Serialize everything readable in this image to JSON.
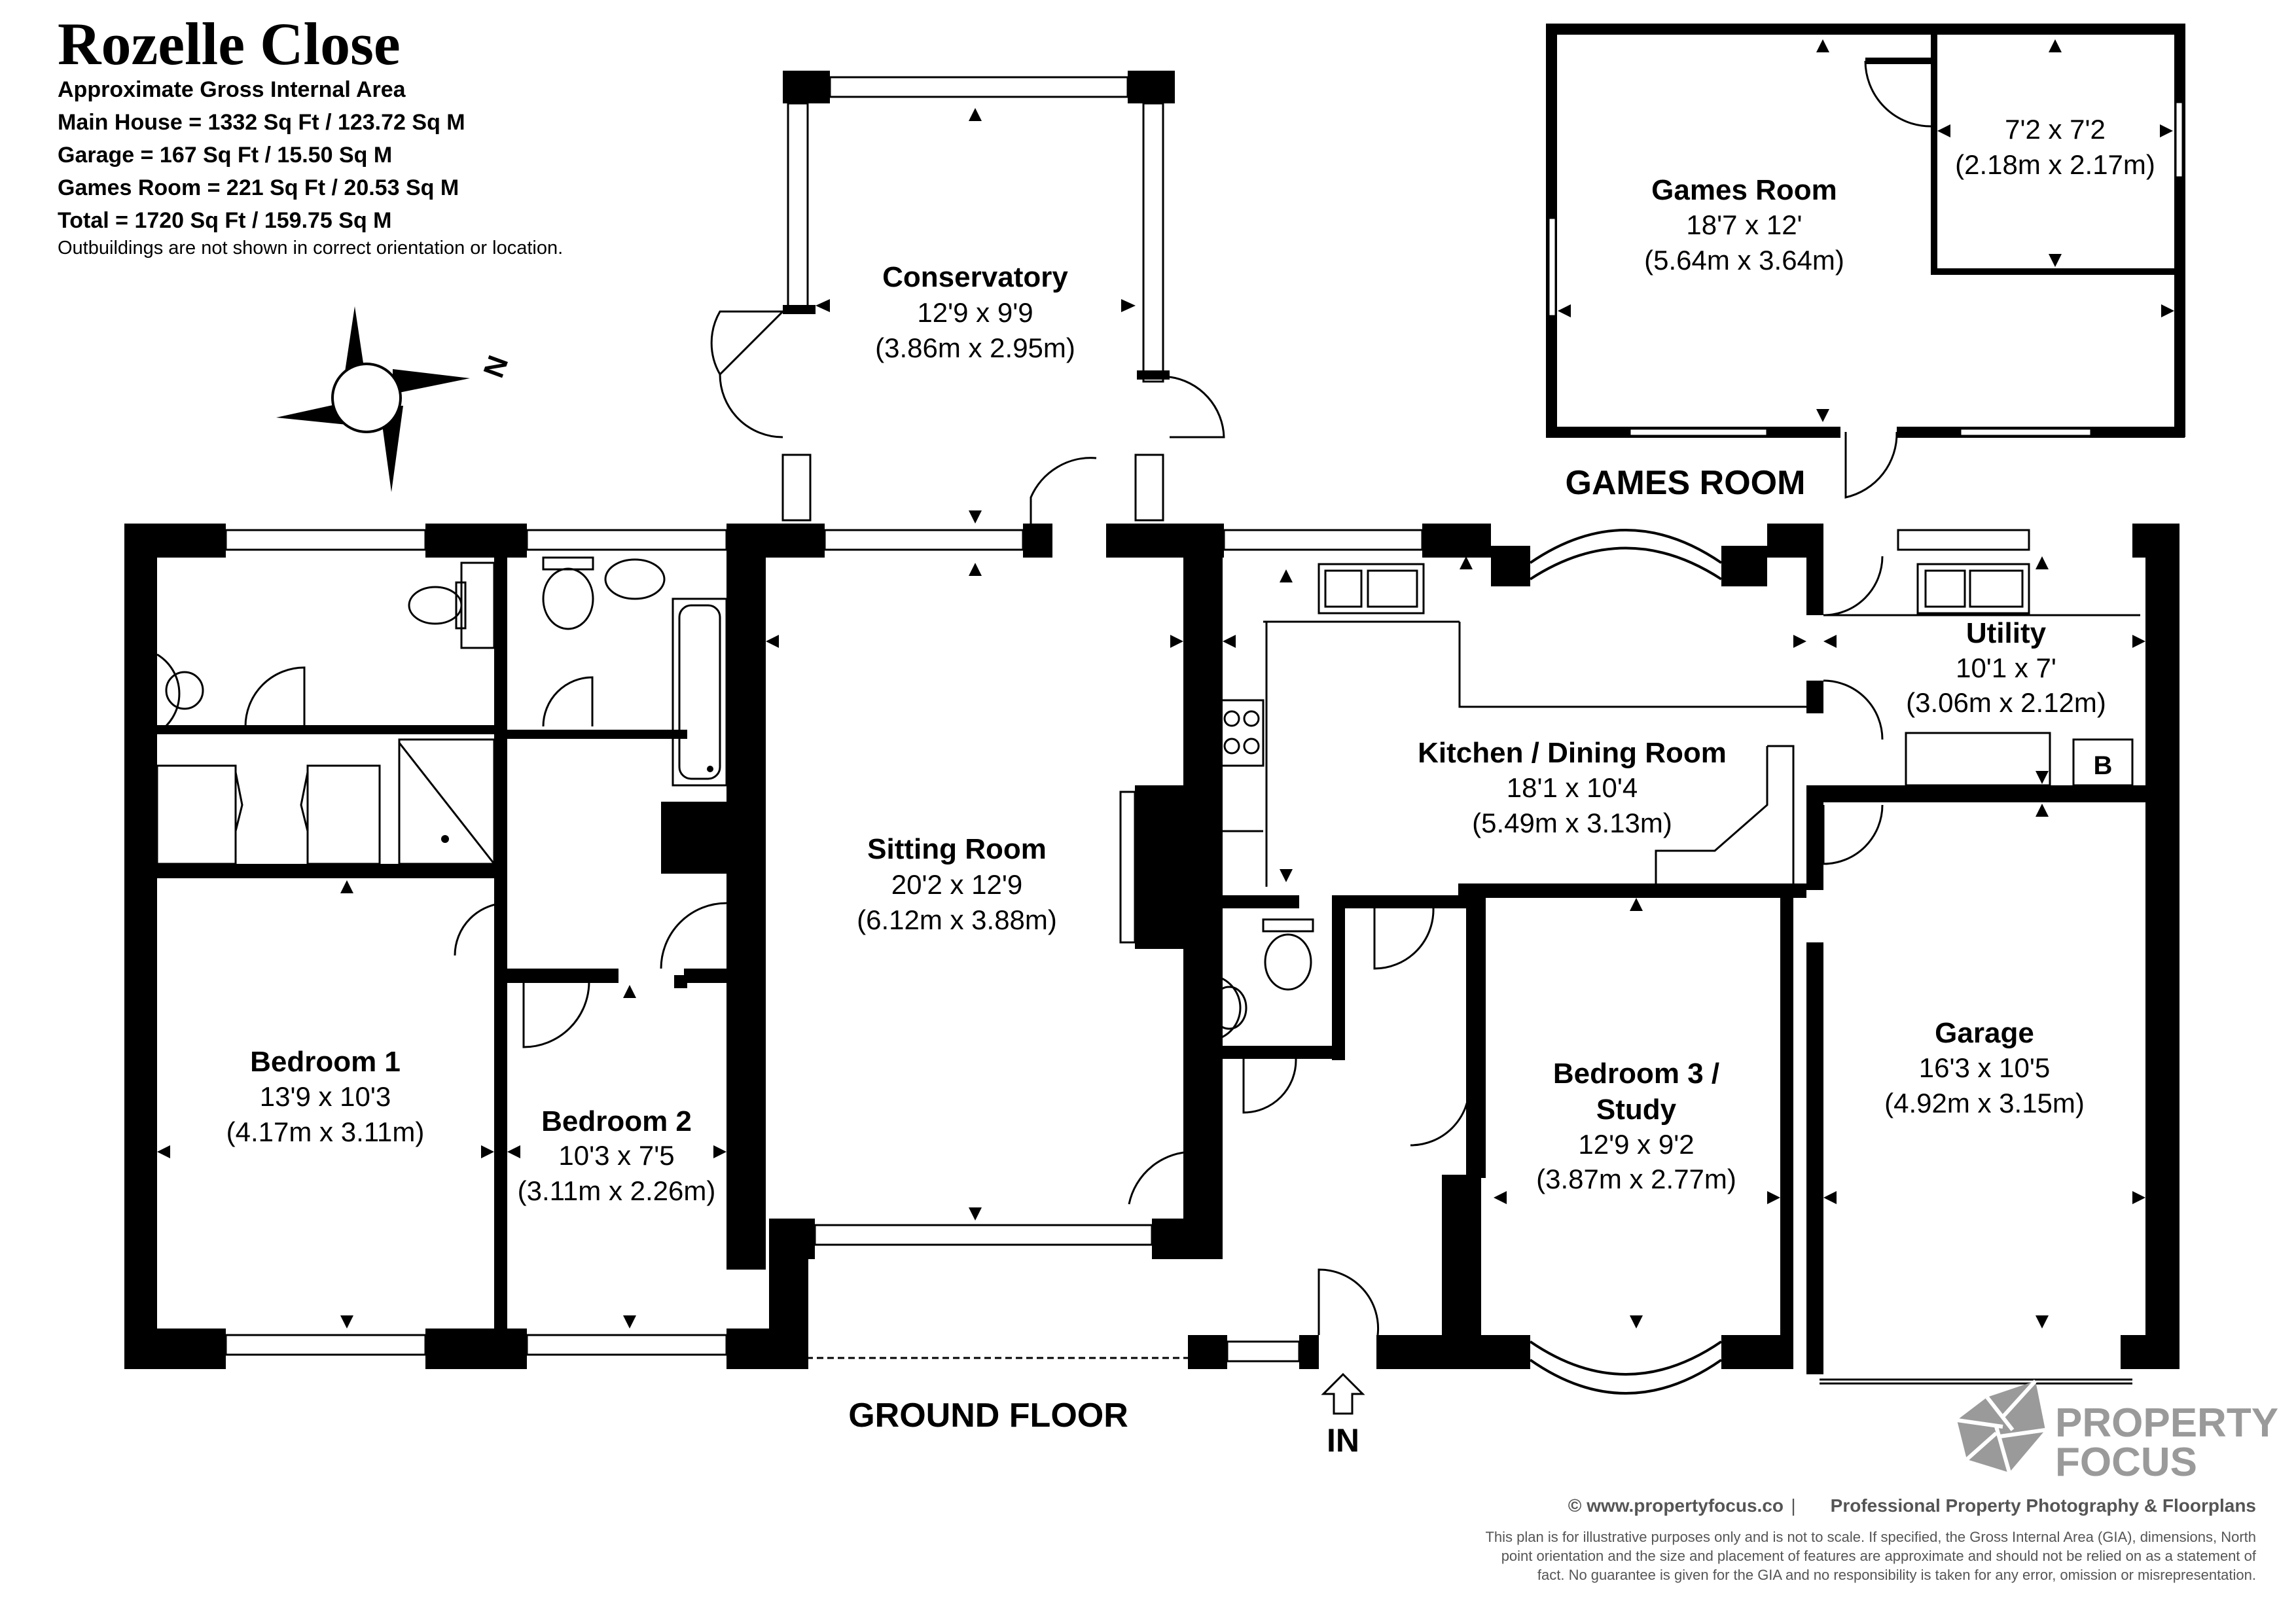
{
  "header": {
    "title": "Rozelle Close",
    "lines": [
      "Approximate Gross Internal Area",
      "Main House = 1332 Sq Ft / 123.72 Sq M",
      "Garage = 167 Sq Ft / 15.50 Sq M",
      "Games Room = 221 Sq Ft / 20.53 Sq M",
      "Total = 1720 Sq Ft / 159.75 Sq M"
    ],
    "note": "Outbuildings are not shown in correct orientation or location."
  },
  "compass": {
    "label": "N"
  },
  "labels": {
    "ground_floor": "GROUND FLOOR",
    "games_room_heading": "GAMES ROOM",
    "entrance": "IN",
    "boiler": "B"
  },
  "rooms": {
    "conservatory": {
      "name": "Conservatory",
      "imperial": "12'9 x 9'9",
      "metric": "(3.86m x 2.95m)"
    },
    "games_room": {
      "name": "Games Room",
      "imperial": "18'7 x 12'",
      "metric": "(5.64m x 3.64m)"
    },
    "games_store": {
      "imperial": "7'2 x 7'2",
      "metric": "(2.18m x 2.17m)"
    },
    "utility": {
      "name": "Utility",
      "imperial": "10'1 x 7'",
      "metric": "(3.06m x 2.12m)"
    },
    "kitchen": {
      "name": "Kitchen / Dining Room",
      "imperial": "18'1 x 10'4",
      "metric": "(5.49m x 3.13m)"
    },
    "sitting": {
      "name": "Sitting Room",
      "imperial": "20'2 x 12'9",
      "metric": "(6.12m x 3.88m)"
    },
    "bedroom1": {
      "name": "Bedroom 1",
      "imperial": "13'9 x 10'3",
      "metric": "(4.17m x 3.11m)"
    },
    "bedroom2": {
      "name": "Bedroom 2",
      "imperial": "10'3 x 7'5",
      "metric": "(3.11m x 2.26m)"
    },
    "bedroom3": {
      "name_line1": "Bedroom 3 /",
      "name_line2": "Study",
      "imperial": "12'9 x 9'2",
      "metric": "(3.87m x 2.77m)"
    },
    "garage": {
      "name": "Garage",
      "imperial": "16'3 x 10'5",
      "metric": "(4.92m x 3.15m)"
    }
  },
  "brand": {
    "line1": "PROPERTY",
    "line2": "FOCUS",
    "color": "#9a9a9a"
  },
  "footer": {
    "web": "© www.propertyfocus.co",
    "separator": "|",
    "tagline": "Professional Property Photography & Floorplans",
    "disclaimer_1": "This plan is for illustrative purposes only and is not to scale. If specified, the Gross Internal Area (GIA), dimensions, North",
    "disclaimer_2": "point orientation and the size and placement of features are approximate and should not be relied on as a statement of",
    "disclaimer_3": "fact. No guarantee is given for the GIA and no responsibility is taken for any error, omission or misrepresentation."
  }
}
